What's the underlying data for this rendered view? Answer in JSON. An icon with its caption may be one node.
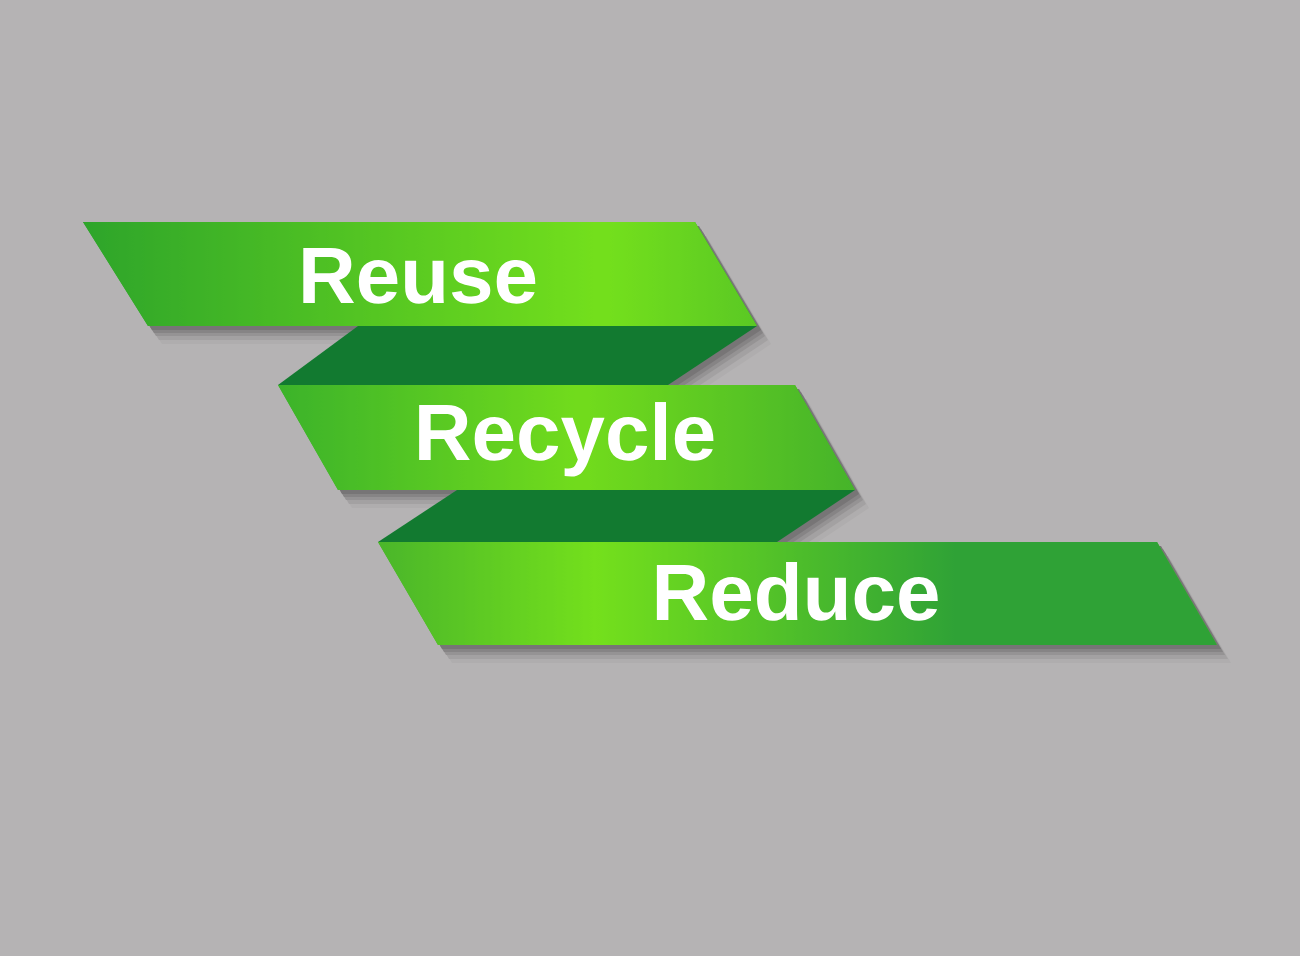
{
  "diagram": {
    "nodes": [
      {
        "text": [
          "Reuse"
        ]
      },
      {
        "text": [
          "Recycle"
        ]
      },
      {
        "text": [
          "Reduce"
        ]
      }
    ]
  }
}
